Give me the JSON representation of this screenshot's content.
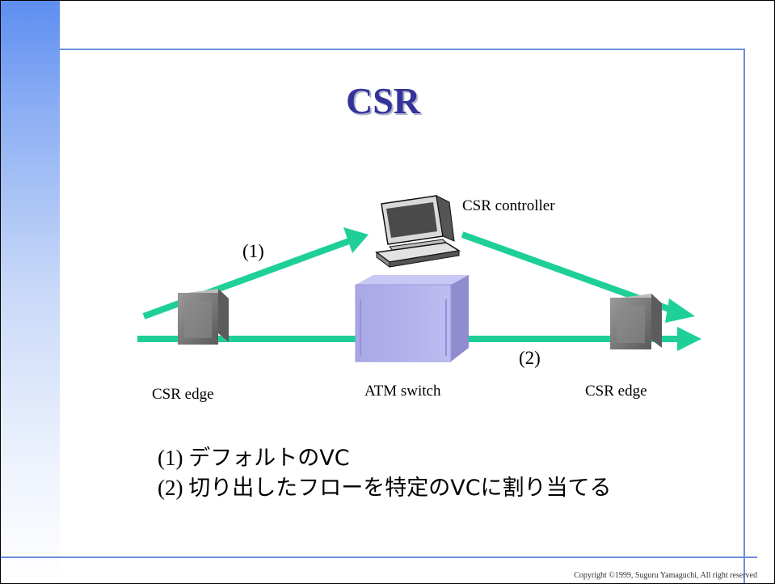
{
  "slide": {
    "title": "CSR",
    "labels": {
      "controller": "CSR controller",
      "edge_left": "CSR edge",
      "atm_switch": "ATM switch",
      "edge_right": "CSR edge",
      "path1": "(1)",
      "path2": "(2)"
    },
    "legend": [
      {
        "mark": "(1)",
        "text": "デフォルトのVC"
      },
      {
        "mark": "(2)",
        "text": "切り出したフローを特定のVCに割り当てる"
      }
    ],
    "copyright": "Copyright ©1999, Suguru Yamaguchi, All right reserved"
  },
  "colors": {
    "arrow": "#1fcf98",
    "title": "#33339a",
    "frame": "#6b8fd9"
  },
  "icons": [
    "computer-icon",
    "edge-router-icon",
    "atm-switch-icon"
  ]
}
